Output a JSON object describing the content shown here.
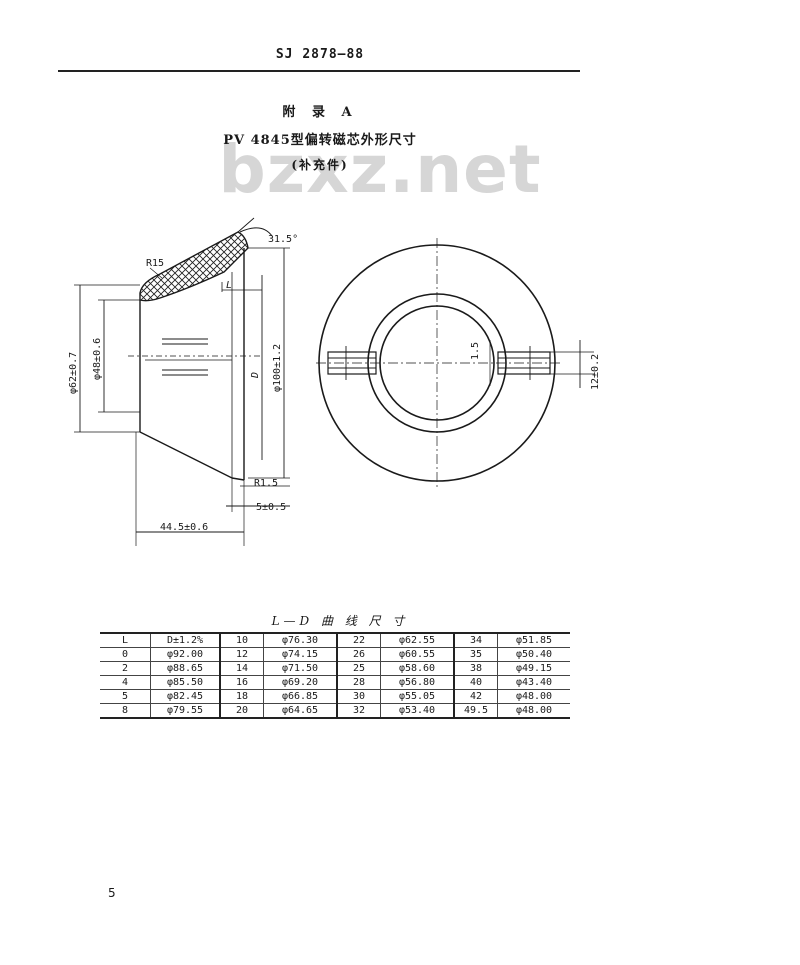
{
  "header": {
    "std_code": "SJ 2878—88"
  },
  "titles": {
    "appendix": "附 录 A",
    "title": "PV 4845型偏转磁芯外形尺寸",
    "subtitle": "(补充件)"
  },
  "watermark": "bzxz.net",
  "drawing_labels": {
    "angle": "31.5°",
    "r15": "R15",
    "L": "L",
    "D": "D",
    "phi62": "φ62±0.7",
    "phi48": "φ48±0.6",
    "phi100": "φ100±1.2",
    "r15small": "R1.5",
    "five": "5±0.5",
    "length": "44.5±0.6",
    "slot": "1.5",
    "gap": "12±0.2"
  },
  "table": {
    "caption": "L—D 曲 线 尺 寸",
    "rows": [
      [
        "L",
        "D±1.2%",
        "10",
        "φ76.30",
        "22",
        "φ62.55",
        "34",
        "φ51.85"
      ],
      [
        "0",
        "φ92.00",
        "12",
        "φ74.15",
        "26",
        "φ60.55",
        "35",
        "φ50.40"
      ],
      [
        "2",
        "φ88.65",
        "14",
        "φ71.50",
        "25",
        "φ58.60",
        "38",
        "φ49.15"
      ],
      [
        "4",
        "φ85.50",
        "16",
        "φ69.20",
        "28",
        "φ56.80",
        "40",
        "φ43.40"
      ],
      [
        "5",
        "φ82.45",
        "18",
        "φ66.85",
        "30",
        "φ55.05",
        "42",
        "φ48.00"
      ],
      [
        "8",
        "φ79.55",
        "20",
        "φ64.65",
        "32",
        "φ53.40",
        "49.5",
        "φ48.00"
      ]
    ]
  },
  "page_number": "5"
}
